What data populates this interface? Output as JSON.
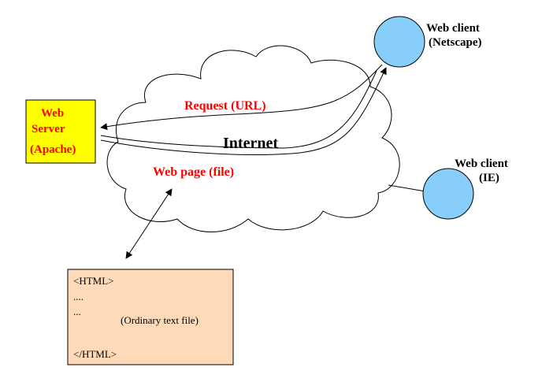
{
  "server": {
    "line1": "Web",
    "line2": "Server",
    "line3": "(Apache)",
    "fill": "#ffff00",
    "text_color": "#ff0000"
  },
  "cloud": {
    "label": "Internet",
    "request_label": "Request (URL)",
    "response_label": "Web page (file)"
  },
  "client_netscape": {
    "line1": "Web client",
    "line2": "(Netscape)",
    "fill": "#87cefa"
  },
  "client_ie": {
    "line1": "Web client",
    "line2": "(IE)",
    "fill": "#87cefa"
  },
  "file": {
    "line1": "<HTML>",
    "line2": "....",
    "line3": "...",
    "note": "(Ordinary text file)",
    "line_end": "</HTML>",
    "fill": "#ffdab9"
  }
}
